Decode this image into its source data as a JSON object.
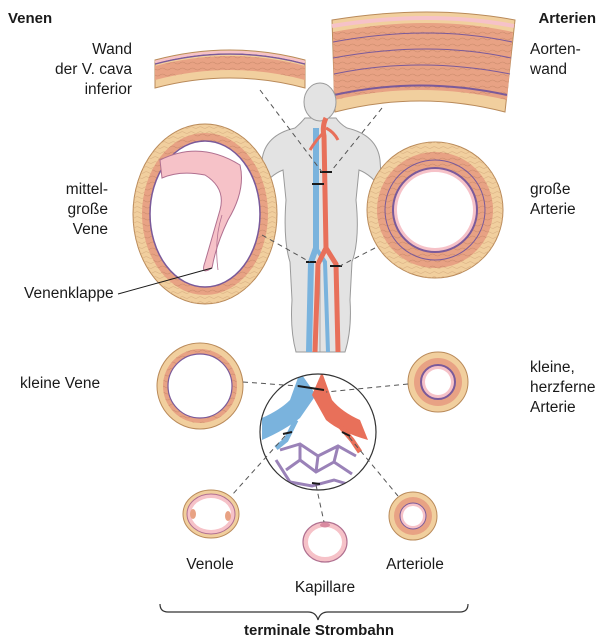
{
  "headers": {
    "veins": "Venen",
    "arteries": "Arterien"
  },
  "labels": {
    "vena_cava_wall": "Wand\nder V. cava\ninferior",
    "aorta_wall": "Aorten-\nwand",
    "medium_vein": "mittel-\ngroße\nVene",
    "large_artery": "große\nArterie",
    "venous_valve": "Venenklappe",
    "small_vein": "kleine Vene",
    "small_distal_artery": "kleine,\nherzferne\nArterie",
    "venule": "Venole",
    "capillary": "Kapillare",
    "arteriole": "Arteriole",
    "terminal_bed": "terminale Strombahn"
  },
  "colors": {
    "adventitia": "#f1cf9e",
    "media": "#e8a284",
    "intima": "#f6c2c8",
    "elastic": "#7a5a9a",
    "vein_blue": "#7ab3dd",
    "artery_red": "#e8705a",
    "capillary_violet": "#9a82b8",
    "body_gray": "#e3e3e3"
  }
}
